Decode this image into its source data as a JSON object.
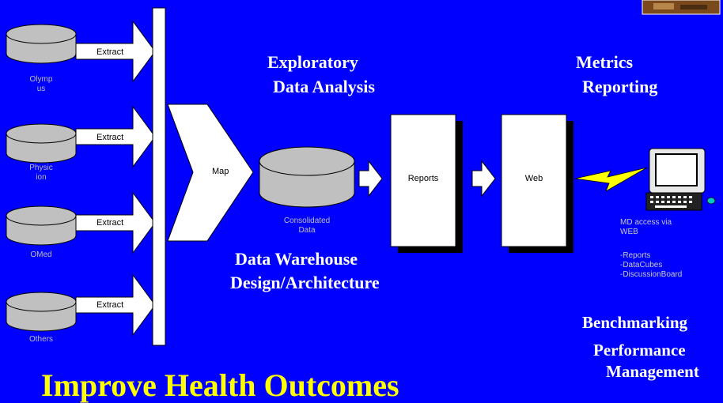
{
  "sources": [
    {
      "name_line1": "Olymp",
      "name_line2": "us",
      "extract_label": "Extract"
    },
    {
      "name_line1": "Physic",
      "name_line2": "ion",
      "extract_label": "Extract"
    },
    {
      "name_line1": "OMed",
      "name_line2": "",
      "extract_label": "Extract"
    },
    {
      "name_line1": "Others",
      "name_line2": "",
      "extract_label": "Extract"
    }
  ],
  "map_label": "Map",
  "warehouse": {
    "line1": "Consolidated",
    "line2": "Data"
  },
  "reports_label": "Reports",
  "web_label": "Web",
  "headings": {
    "exploratory_line1": "Exploratory",
    "exploratory_line2": "Data Analysis",
    "metrics_line1": "Metrics",
    "metrics_line2": "Reporting",
    "warehouse_line1": "Data Warehouse",
    "warehouse_line2": "Design/Architecture",
    "benchmarking": "Benchmarking",
    "performance_line1": "Performance",
    "performance_line2": "Management"
  },
  "access": {
    "line1": "MD access via",
    "line2": "WEB",
    "items": [
      "-Reports",
      "-DataCubes",
      "-DiscussionBoard"
    ]
  },
  "footer_title": "Improve Health Outcomes",
  "colors": {
    "background": "#0000ff",
    "heading": "#ffffff",
    "footer": "#ffff00",
    "small_text": "#bfbfbf"
  }
}
